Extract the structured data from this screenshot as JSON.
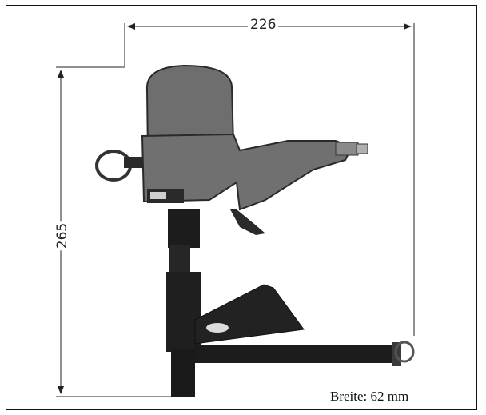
{
  "dimensions": {
    "width": "226",
    "height": "265"
  },
  "caption": "Breite: 62 mm",
  "colors": {
    "body": "#6e6e6e",
    "dark": "#1c1c1c",
    "dimension_line": "#222222"
  }
}
